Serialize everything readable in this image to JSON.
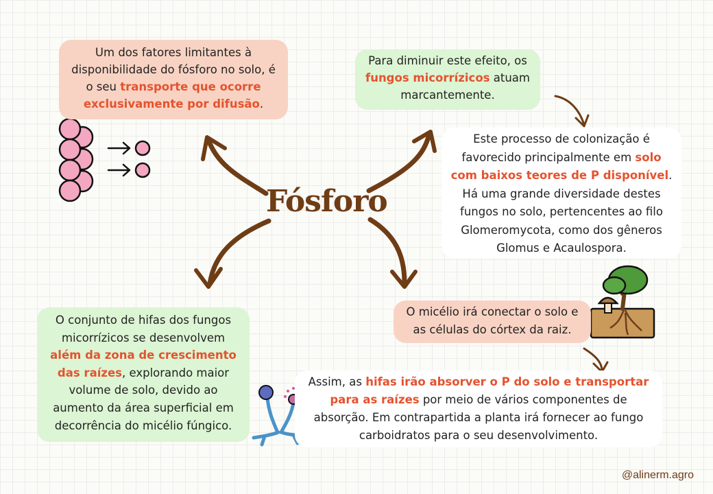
{
  "title": "Fósforo",
  "credit": "@alinerm.agro",
  "colors": {
    "accent": "#e4532f",
    "title": "#6e3c15",
    "arrow": "#6e3c15",
    "peach_card": "#f8d3c3",
    "green_card": "#dcf5d4",
    "phosphate_ball": "#f4a7c1"
  },
  "icons": [
    "phosphate-diffusion-icon",
    "tree-mushroom-root-icon",
    "fungus-spores-icon"
  ],
  "cards": {
    "top_left": {
      "t1": "Um dos fatores limitantes à disponibilidade do fósforo no solo, é o seu ",
      "h1": "transporte que ocorre exclusivamente por difusão",
      "t2": "."
    },
    "top_right": {
      "t1": "Para diminuir este efeito, os ",
      "h1": "fungos micorrízicos",
      "t2": " atuam marcantemente."
    },
    "mid_right": {
      "t1": "Este processo de colonização é favorecido principalmente em ",
      "h1": "solo com baixos teores de P disponível",
      "t2": ". Há uma grande diversidade destes fungos no solo, pertencentes ao filo Glomeromycota, como dos gêneros Glomus e Acaulospora."
    },
    "root": {
      "t1": "O micélio irá conectar o solo e as células do córtex da raiz."
    },
    "bottom_left": {
      "t1": "O conjunto de hifas dos fungos micorrízicos se desenvolvem ",
      "h1": "além da zona de crescimento das raízes",
      "t2": ", explorando maior volume de solo, devido ao aumento da área superficial em decorrência do micélio fúngico."
    },
    "bottom_mid": {
      "t1": "Assim, as ",
      "h1": "hifas irão absorver o P do solo e transportar para as raízes",
      "t2": " por meio de vários componentes de absorção. Em contrapartida a planta irá fornecer ao fungo carboidratos para o seu desenvolvimento."
    }
  }
}
